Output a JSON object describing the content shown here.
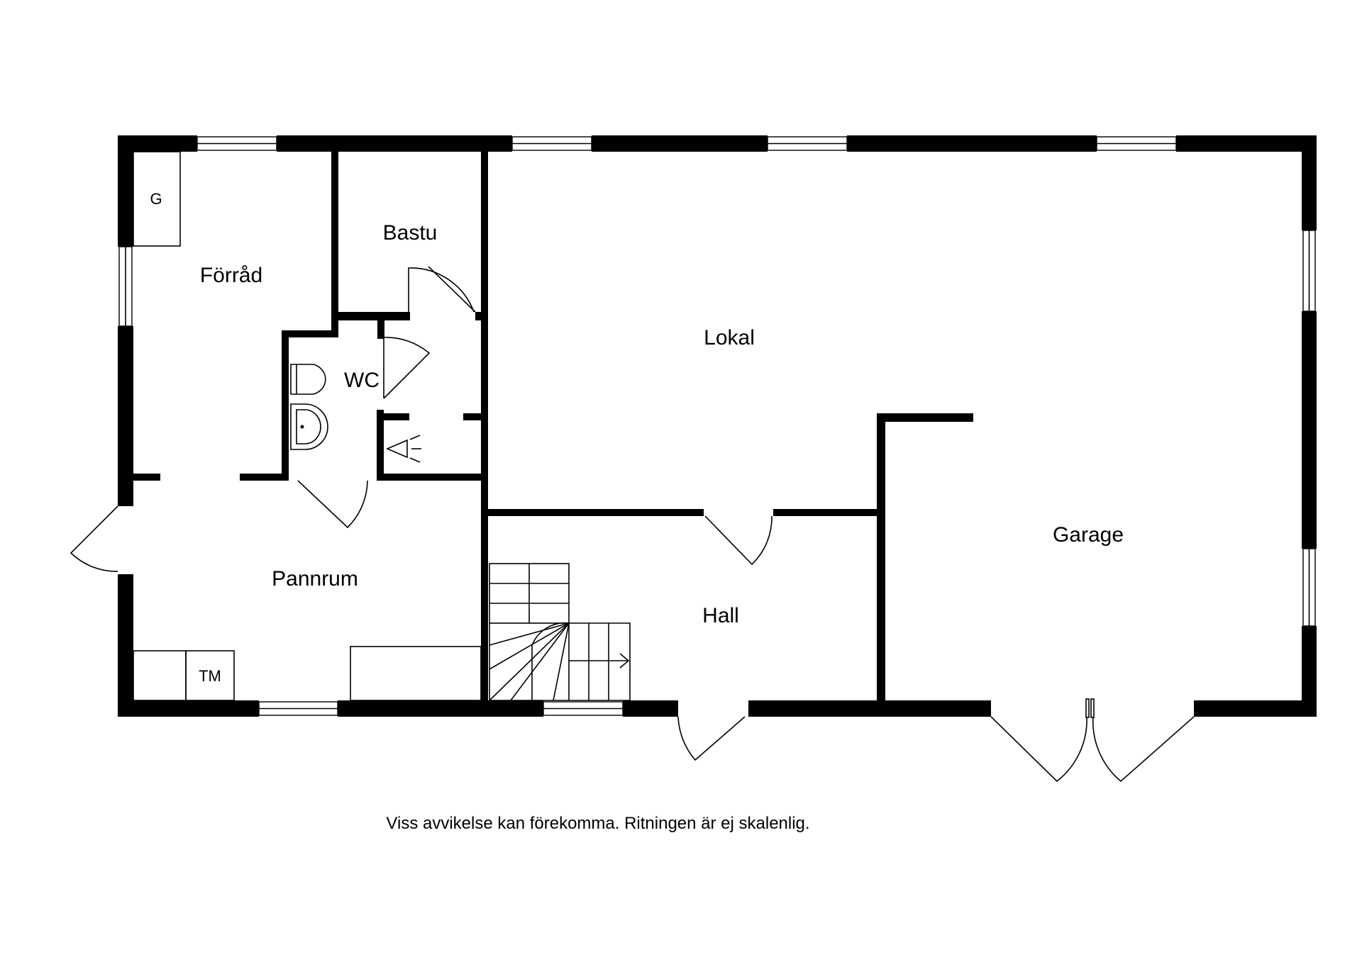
{
  "rooms": {
    "forrad": "Förråd",
    "bastu": "Bastu",
    "wc": "WC",
    "lokal": "Lokal",
    "garage": "Garage",
    "pannrum": "Pannrum",
    "hall": "Hall"
  },
  "fixtures": {
    "g": "G",
    "tm": "TM"
  },
  "disclaimer": "Viss avvikelse kan förekomma. Ritningen är ej skalenlig."
}
